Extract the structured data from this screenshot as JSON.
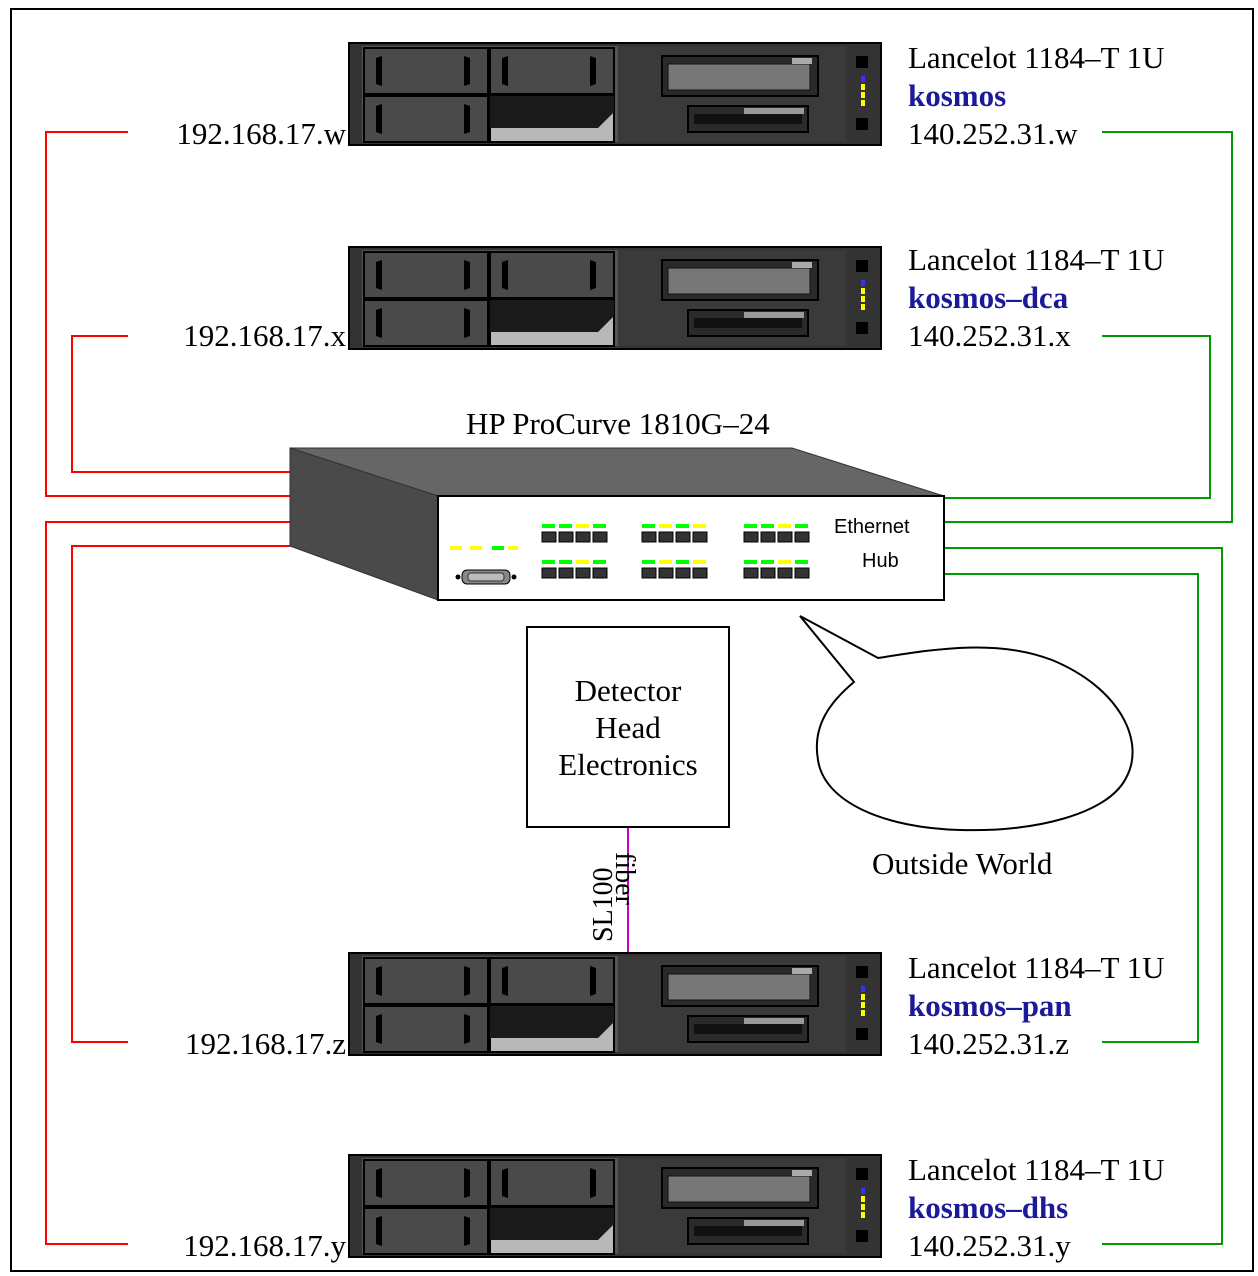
{
  "diagram": {
    "switch": {
      "title": "HP ProCurve 1810G–24",
      "port_label_1": "Ethernet",
      "port_label_2": "Hub"
    },
    "detector": {
      "line1": "Detector",
      "line2": "Head",
      "line3": "Electronics"
    },
    "fiber": {
      "label1": "SL100",
      "label2": "fiber"
    },
    "outside_world": "Outside World",
    "servers": [
      {
        "model": "Lancelot 1184–T 1U",
        "hostname": "kosmos",
        "public_ip": "140.252.31.w",
        "private_ip": "192.168.17.w"
      },
      {
        "model": "Lancelot 1184–T 1U",
        "hostname": "kosmos–dca",
        "public_ip": "140.252.31.x",
        "private_ip": "192.168.17.x"
      },
      {
        "model": "Lancelot 1184–T 1U",
        "hostname": "kosmos–pan",
        "public_ip": "140.252.31.z",
        "private_ip": "192.168.17.z"
      },
      {
        "model": "Lancelot 1184–T 1U",
        "hostname": "kosmos–dhs",
        "public_ip": "140.252.31.y",
        "private_ip": "192.168.17.y"
      }
    ],
    "colors": {
      "private_link": "#ff0000",
      "public_link": "#009900",
      "fiber_link": "#cc00cc",
      "hostname": "#1a1a9a"
    }
  }
}
